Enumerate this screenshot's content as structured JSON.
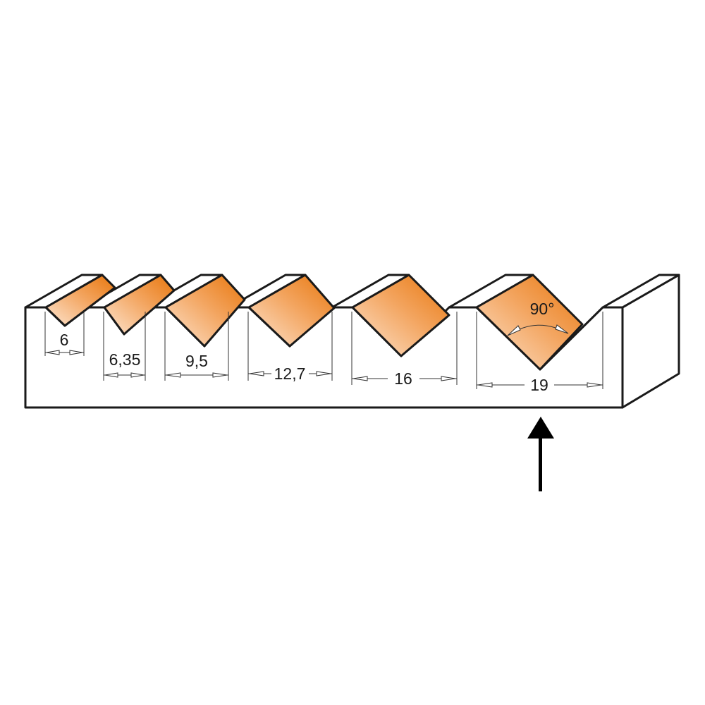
{
  "diagram": {
    "type": "V-groove cutting profiles",
    "colors": {
      "groove_face_dark": "#e8780f",
      "groove_face_light": "#fde3cc",
      "outline": "#1a1a1a",
      "background": "#ffffff"
    },
    "grooves": [
      {
        "label": "6"
      },
      {
        "label": "6,35"
      },
      {
        "label": "9,5"
      },
      {
        "label": "12,7"
      },
      {
        "label": "16"
      },
      {
        "label": "19"
      }
    ],
    "angle_label": "90°",
    "feed_arrow": "arrow-up-icon"
  }
}
